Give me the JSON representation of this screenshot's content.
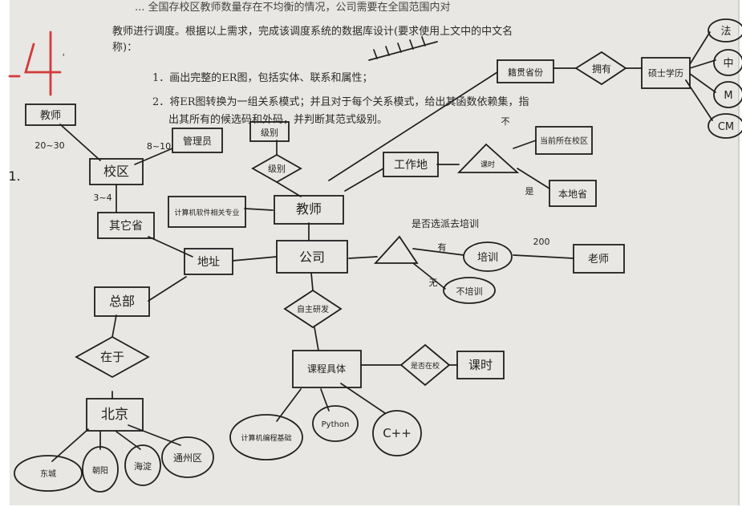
{
  "printed": {
    "intro_line1": "... 全国存校区教师数量存在不均衡的情况，公司需要在全国范围内对",
    "intro_line2": "教师进行调度。根据以上需求，完成该调度系统的数据库设计(要求使用上文中的中文名",
    "intro_line3": "称)：",
    "item1": "1．画出完整的ER图，包括实体、联系和属性；",
    "item2_line1": "2．将ER图转换为一组关系模式；并且对于每个关系模式，给出其函数依赖集，指",
    "item2_line2": "出其所有的候选码和外码，并判断其范式级别。"
  },
  "annotations": {
    "problem_number": "4",
    "sub_number": "1.",
    "teacher_campus_ratio": "20~30",
    "manager_campus_ratio": "8~10",
    "campus_city_ratio": "3~4",
    "training_count": "200"
  },
  "entities": {
    "teacher_top": "教师",
    "campus": "校区",
    "manager": "管理员",
    "city": "其它省",
    "location": "地址",
    "hq": "总部",
    "beijing": "北京",
    "grade": "级别",
    "instructor": "教师",
    "company": "公司",
    "workplace": "工作地",
    "course_specific": "课程具体",
    "class_hours": "课时",
    "trained": "培训",
    "not_trained": "不培训",
    "teacher_right": "老师",
    "cs_related": "计算机软件相关专业",
    "home_city": "籍贯省份",
    "major": "硕士学历",
    "home_campus": "当前所在校区",
    "other_province": "本地省"
  },
  "relationships": {
    "located_in": "在于",
    "level": "级别",
    "self_developed": "自主研发",
    "with_campus": "是否在校",
    "owns": "拥有",
    "course_hours_rel": "课时",
    "trains": "是否选派去培训"
  },
  "relationship_marks": {
    "yes_mark": "有",
    "no_mark": "无",
    "same_mark": "不",
    "same_mark2": "是"
  },
  "attributes": {
    "beijing_1": "东城",
    "beijing_2": "朝阳",
    "beijing_3": "海淀",
    "beijing_4": "通州区",
    "course_1": "计算机编程基础",
    "course_2": "Python",
    "course_3": "C++",
    "major_1": "法",
    "major_2": "中",
    "major_3": "M",
    "major_4": "CM"
  },
  "colors": {
    "ink": "#1f1f1f",
    "red_ink": "#d23a3a",
    "paper": "#e8e7e3"
  }
}
